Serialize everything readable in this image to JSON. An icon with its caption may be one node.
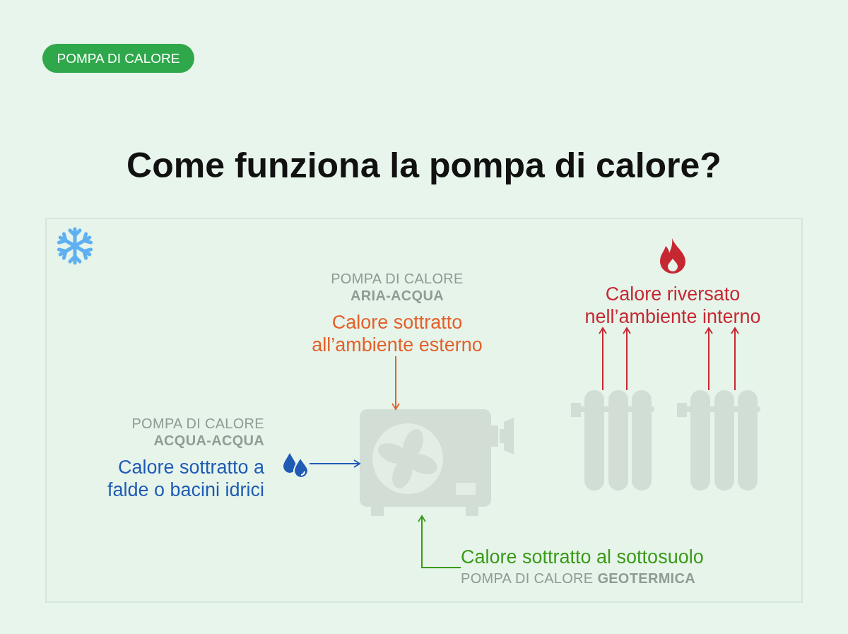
{
  "diagram": {
    "title": "Come funziona la pompa di calore?",
    "nodes": [
      {
        "text": [
          "POMPA DI CALORE"
        ]
      },
      {
        "text": [],
        "shape": "box"
      },
      {
        "text": [
          "POMPA DI CALORE **ARIA-ACQUA**",
          "Calore sottratto all’ambiente esterno"
        ],
        "in": 1
      },
      {
        "text": [
          "POMPA DI CALORE **ACQUA-ACQUA**",
          "Calore sottratto a falde o bacini idrici"
        ],
        "in": 1
      },
      {
        "text": [],
        "shape": "picture",
        "in": 1
      },
      {
        "text": [
          "Calore riversato nell’ambiente interno"
        ],
        "in": 1
      },
      {
        "text": [],
        "shape": "picture",
        "in": 1
      },
      {
        "text": [],
        "shape": "picture",
        "in": 1
      },
      {
        "text": [
          "Calore sottratto al sottosuolo",
          "POMPA DI CALORE **GEOTERMICA**"
        ],
        "in": 1
      }
    ],
    "edges": [
      {
        "from": 2,
        "to": 4,
        "arrow": "to",
        "color": "#e4602a"
      },
      {
        "from": 3,
        "to": 4,
        "arrow": "to",
        "color": "#1f5bb5"
      },
      {
        "from": 8,
        "to": 4,
        "arrow": "to",
        "color": "#3a9a17"
      },
      {
        "from": 6,
        "to": 5,
        "arrow": "to"
      },
      {
        "from": 6,
        "to": 5,
        "arrow": "to"
      },
      {
        "from": 7,
        "to": 5,
        "arrow": "to"
      },
      {
        "from": 7,
        "to": 5,
        "arrow": "to"
      }
    ]
  }
}
